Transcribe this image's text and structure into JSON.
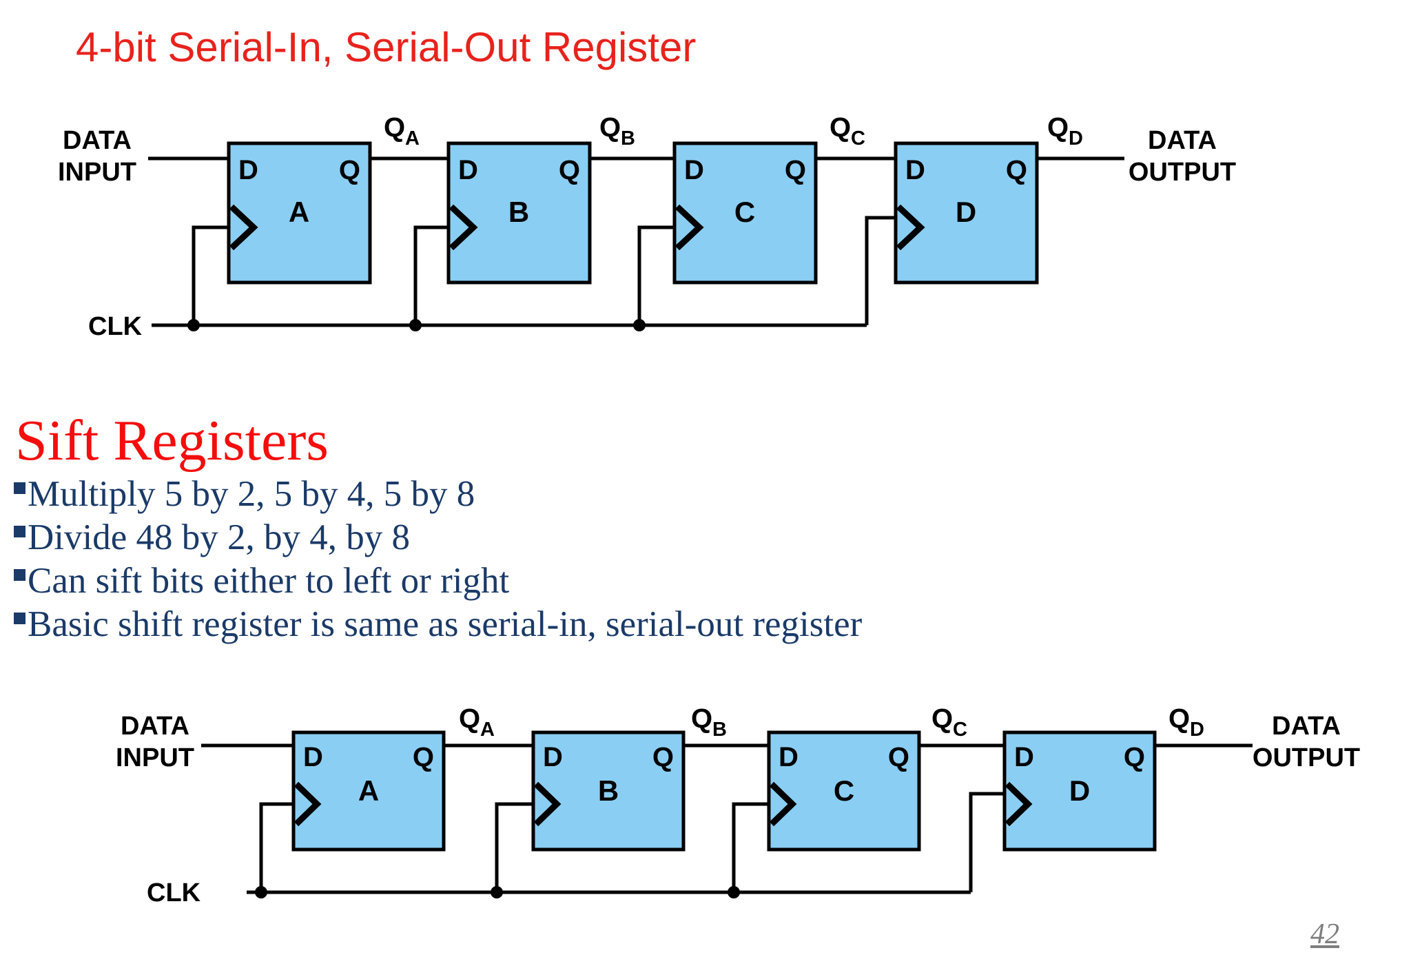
{
  "title": {
    "text": "4-bit Serial-In, Serial-Out Register",
    "color": "#e8221c"
  },
  "section": {
    "heading": "Sift Registers",
    "heading_color": "#f50d0d",
    "text_color": "#1a3a68",
    "bullets": [
      "Multiply 5 by 2, 5 by 4, 5 by 8",
      "Divide 48 by 2, by 4, by 8",
      "Can sift bits either to left or right",
      "Basic shift register is same as serial-in, serial-out register"
    ]
  },
  "diagram": {
    "flipflop_fill": "#8bcef3",
    "wire_color": "#000000",
    "data_input_lines": [
      "DATA",
      "INPUT"
    ],
    "data_output_lines": [
      "DATA",
      "OUTPUT"
    ],
    "clk_label": "CLK",
    "d_pin": "D",
    "q_pin": "Q",
    "flipflops": [
      "A",
      "B",
      "C",
      "D"
    ],
    "q_outputs": [
      {
        "base": "Q",
        "sub": "A"
      },
      {
        "base": "Q",
        "sub": "B"
      },
      {
        "base": "Q",
        "sub": "C"
      },
      {
        "base": "Q",
        "sub": "D"
      }
    ]
  },
  "page_number": "42"
}
